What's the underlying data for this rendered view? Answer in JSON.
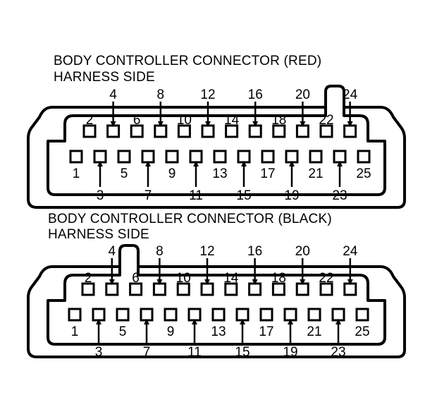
{
  "connectors": [
    {
      "id": "red",
      "title_line1": "BODY CONTROLLER CONNECTOR (RED)",
      "title_line2": "HARNESS SIDE",
      "top_pins": [
        "2",
        "4",
        "6",
        "8",
        "10",
        "12",
        "14",
        "16",
        "18",
        "20",
        "22",
        "24"
      ],
      "bottom_pins": [
        "1",
        "3",
        "5",
        "7",
        "9",
        "11",
        "13",
        "15",
        "17",
        "19",
        "21",
        "23",
        "25"
      ]
    },
    {
      "id": "black",
      "title_line1": "BODY CONTROLLER CONNECTOR (BLACK)",
      "title_line2": "HARNESS SIDE",
      "top_pins": [
        "2",
        "4",
        "6",
        "8",
        "10",
        "12",
        "14",
        "16",
        "18",
        "20",
        "22",
        "24"
      ],
      "bottom_pins": [
        "1",
        "3",
        "5",
        "7",
        "9",
        "11",
        "13",
        "15",
        "17",
        "19",
        "21",
        "23",
        "25"
      ]
    }
  ],
  "colors": {
    "ink": "#000000",
    "background": "#ffffff"
  }
}
